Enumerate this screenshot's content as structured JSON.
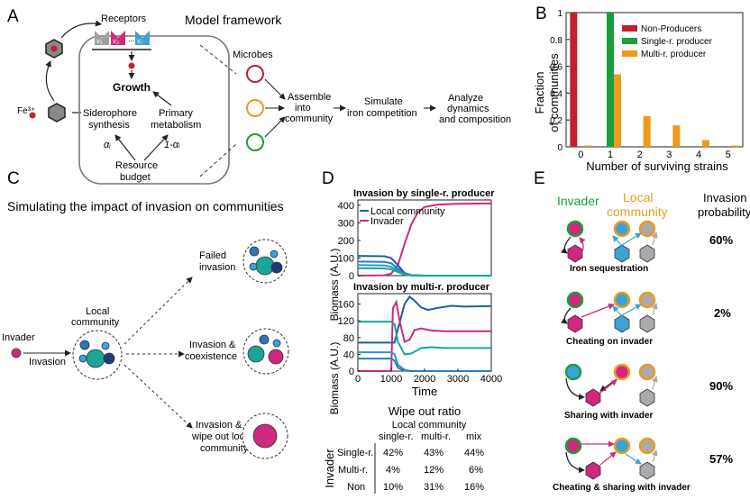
{
  "panels": {
    "a": {
      "label": "A",
      "title": "Model framework",
      "receptors": "Receptors",
      "v1": "v₁",
      "v2": "v₂",
      "vdots": "...",
      "vj": "vⱼ",
      "growth": "Growth",
      "fe": "Fe³⁺",
      "siderophore": [
        "Siderophore",
        "synthesis"
      ],
      "primary": [
        "Primary",
        "metabolism"
      ],
      "alpha": "αᵢ",
      "one_minus_alpha": "1-αᵢ",
      "resource": [
        "Resource",
        "budget"
      ],
      "microbes": "Microbes",
      "assemble": [
        "Assemble",
        "into",
        "community"
      ],
      "simulate": [
        "Simulate",
        "iron competition"
      ],
      "analyze": [
        "Analyze",
        "dynamics",
        "and composition"
      ]
    },
    "b": {
      "label": "B",
      "ylabel": [
        "Fraction",
        "of communities"
      ],
      "xlabel": "Number of surviving strains",
      "legend": [
        "Non-Producers",
        "Single-r. producer",
        "Multi-r. producer"
      ],
      "colors": [
        "#c0202f",
        "#1a9f3a",
        "#ee9a1c"
      ]
    },
    "c": {
      "label": "C",
      "title": "Simulating the impact of invasion on communities",
      "invader": "Invader",
      "invasion": "Invasion",
      "local": [
        "Local",
        "community"
      ],
      "failed": [
        "Failed",
        "invasion"
      ],
      "coexist": [
        "Invasion &",
        "coexistence"
      ],
      "wipe": [
        "Invasion &",
        "wipe out local",
        "community"
      ]
    },
    "d": {
      "label": "D",
      "title1": "Invasion by single-r. producer",
      "title2": "Invasion by multi-r. producer",
      "ylabel": "Biomass (A.U.)",
      "xlabel": "Time",
      "legend": [
        "Local community",
        "Invader"
      ],
      "wipe_title": "Wipe out ratio",
      "table": {
        "header": "Local community",
        "cols": [
          "single-r.",
          "multi-r.",
          "mix"
        ],
        "side": "Invader",
        "rows": [
          {
            "label": "Single-r.",
            "values": [
              "42%",
              "43%",
              "44%"
            ]
          },
          {
            "label": "Multi-r.",
            "values": [
              "4%",
              "12%",
              "6%"
            ]
          },
          {
            "label": "Non",
            "values": [
              "10%",
              "31%",
              "16%"
            ]
          }
        ]
      }
    },
    "e": {
      "label": "E",
      "invader": "Invader",
      "local": [
        "Local",
        "community"
      ],
      "prob": [
        "Invasion",
        "probability"
      ],
      "rows": [
        {
          "caption": "Iron sequestration",
          "prob": "60%"
        },
        {
          "caption": "Cheating on invader",
          "prob": "2%"
        },
        {
          "caption": "Sharing with invader",
          "prob": "90%"
        },
        {
          "caption": "Cheating & sharing with invader",
          "prob": "57%"
        }
      ]
    }
  },
  "chart_data": [
    {
      "type": "bar",
      "categories": [
        "0",
        "1",
        "2",
        "3",
        "4",
        "5"
      ],
      "series": [
        {
          "name": "Non-Producers",
          "values": [
            1.0,
            0,
            0,
            0,
            0,
            0
          ]
        },
        {
          "name": "Single-r. producer",
          "values": [
            0,
            1.0,
            0,
            0,
            0,
            0
          ]
        },
        {
          "name": "Multi-r. producer",
          "values": [
            0.01,
            0.54,
            0.23,
            0.16,
            0.05,
            0.01
          ]
        }
      ],
      "xlabel": "Number of surviving strains",
      "ylabel": "Fraction of communities",
      "ylim": [
        0,
        1
      ],
      "yticks": [
        "0",
        "0.2",
        "0.4",
        "0.6",
        "0.8",
        "1"
      ],
      "legend_position": "top-right"
    },
    {
      "type": "line",
      "title": "Invasion by single-r. producer",
      "ylabel": "Biomass (A.U.)",
      "xlim": [
        0,
        4000
      ],
      "ylim": [
        0,
        430
      ],
      "yticks": [
        "0",
        "100",
        "200",
        "300",
        "400"
      ],
      "series": [
        {
          "name": "Invader",
          "color": "#d0287e",
          "points": [
            [
              0,
              0
            ],
            [
              800,
              2
            ],
            [
              1000,
              12
            ],
            [
              1200,
              60
            ],
            [
              1400,
              180
            ],
            [
              1600,
              290
            ],
            [
              1800,
              360
            ],
            [
              2000,
              390
            ],
            [
              2400,
              404
            ],
            [
              3000,
              408
            ],
            [
              4000,
              410
            ]
          ]
        },
        {
          "name": "Local community",
          "color": "#1d5fa8",
          "points": [
            [
              0,
              112
            ],
            [
              800,
              110
            ],
            [
              1000,
              100
            ],
            [
              1200,
              60
            ],
            [
              1400,
              15
            ],
            [
              1600,
              3
            ],
            [
              2000,
              0
            ],
            [
              4000,
              0
            ]
          ]
        },
        {
          "color": "#2b7fbe",
          "points": [
            [
              0,
              80
            ],
            [
              800,
              78
            ],
            [
              1000,
              70
            ],
            [
              1200,
              40
            ],
            [
              1400,
              10
            ],
            [
              1600,
              2
            ],
            [
              2000,
              0
            ],
            [
              4000,
              0
            ]
          ]
        },
        {
          "color": "#2a9ac6",
          "points": [
            [
              0,
              60
            ],
            [
              800,
              58
            ],
            [
              1000,
              50
            ],
            [
              1200,
              28
            ],
            [
              1400,
              7
            ],
            [
              1600,
              1
            ],
            [
              2000,
              0
            ],
            [
              4000,
              0
            ]
          ]
        },
        {
          "color": "#17a79a",
          "points": [
            [
              0,
              42
            ],
            [
              800,
              41
            ],
            [
              1000,
              36
            ],
            [
              1200,
              20
            ],
            [
              1400,
              5
            ],
            [
              1600,
              1
            ],
            [
              2000,
              0
            ],
            [
              4000,
              0
            ]
          ]
        }
      ]
    },
    {
      "type": "line",
      "title": "Invasion by multi-r. producer",
      "xlabel": "Time",
      "xlim": [
        0,
        4000
      ],
      "ylim": [
        0,
        185
      ],
      "xticks": [
        "0",
        "1000",
        "2000",
        "3000",
        "4000"
      ],
      "yticks": [
        "0",
        "40",
        "80",
        "120",
        "160"
      ],
      "series": [
        {
          "color": "#1d5fa8",
          "points": [
            [
              0,
              68
            ],
            [
              1000,
              68
            ],
            [
              1100,
              68
            ],
            [
              1200,
              100
            ],
            [
              1400,
              160
            ],
            [
              1550,
              178
            ],
            [
              1700,
              168
            ],
            [
              1900,
              152
            ],
            [
              2100,
              146
            ],
            [
              2400,
              151
            ],
            [
              2800,
              156
            ],
            [
              3200,
              154
            ],
            [
              4000,
              155
            ]
          ]
        },
        {
          "color": "#d0287e",
          "points": [
            [
              0,
              0
            ],
            [
              1000,
              0
            ],
            [
              1050,
              150
            ],
            [
              1150,
              165
            ],
            [
              1250,
              120
            ],
            [
              1400,
              70
            ],
            [
              1550,
              75
            ],
            [
              1700,
              98
            ],
            [
              1900,
              102
            ],
            [
              2200,
              97
            ],
            [
              2600,
              95
            ],
            [
              3000,
              95
            ],
            [
              4000,
              95
            ]
          ]
        },
        {
          "color": "#17a79a",
          "points": [
            [
              0,
              118
            ],
            [
              1000,
              118
            ],
            [
              1100,
              112
            ],
            [
              1200,
              70
            ],
            [
              1400,
              40
            ],
            [
              1600,
              42
            ],
            [
              1900,
              55
            ],
            [
              2200,
              57
            ],
            [
              2600,
              55
            ],
            [
              3000,
              55
            ],
            [
              4000,
              55
            ]
          ]
        },
        {
          "color": "#2a9ac6",
          "points": [
            [
              0,
              45
            ],
            [
              1000,
              45
            ],
            [
              1100,
              40
            ],
            [
              1200,
              15
            ],
            [
              1400,
              3
            ],
            [
              1600,
              0
            ],
            [
              4000,
              0
            ]
          ]
        },
        {
          "color": "#2b7fbe",
          "points": [
            [
              0,
              30
            ],
            [
              1000,
              30
            ],
            [
              1100,
              25
            ],
            [
              1200,
              8
            ],
            [
              1400,
              1
            ],
            [
              1600,
              0
            ],
            [
              4000,
              0
            ]
          ]
        }
      ]
    }
  ]
}
